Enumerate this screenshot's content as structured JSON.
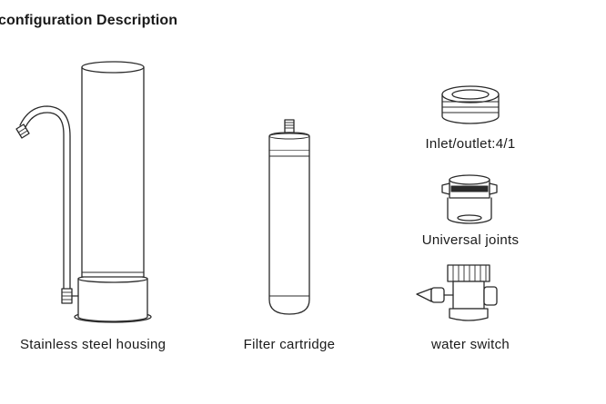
{
  "title": "configuration Description",
  "parts": [
    {
      "label": "Stainless steel housing"
    },
    {
      "label": "Filter cartridge"
    },
    {
      "label": "Inlet/outlet:4/1"
    },
    {
      "label": "Universal joints"
    },
    {
      "label": "water switch"
    }
  ]
}
